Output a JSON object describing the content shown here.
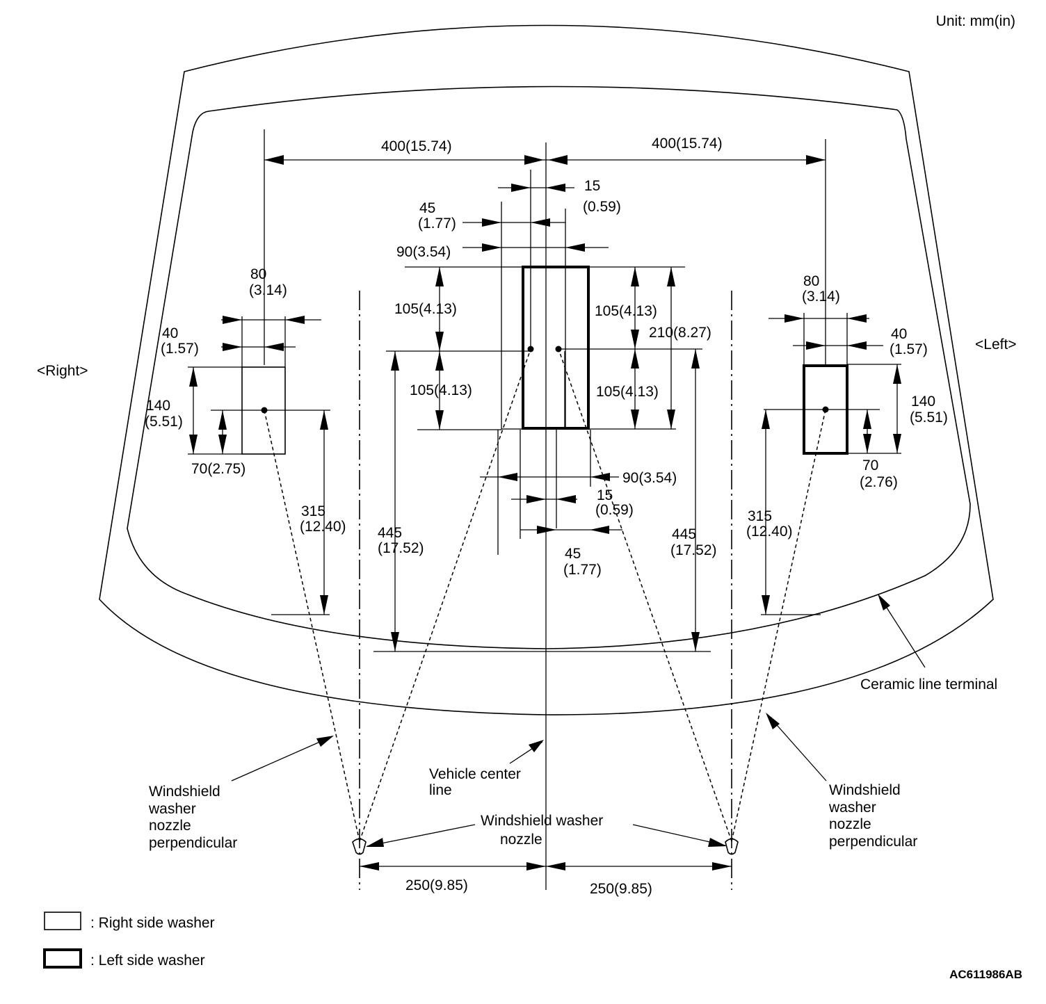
{
  "unit_label": "Unit: mm(in)",
  "side_labels": {
    "right": "<Right>",
    "left": "<Left>"
  },
  "dimensions": {
    "top_right_span": "400(15.74)",
    "top_left_span": "400(15.74)",
    "center_15_top_a": "15",
    "center_15_top_b": "(0.59)",
    "center_45_top_a": "45",
    "center_45_top_b": "(1.77)",
    "center_90_top": "90(3.54)",
    "center_105_left_upper": "105(4.13)",
    "center_105_left_lower": "105(4.13)",
    "center_105_right_upper": "105(4.13)",
    "center_105_right_lower": "105(4.13)",
    "center_210": "210(8.27)",
    "center_90_bottom": "90(3.54)",
    "center_15_bottom_a": "15",
    "center_15_bottom_b": "(0.59)",
    "center_45_bottom_a": "45",
    "center_45_bottom_b": "(1.77)",
    "center_445_left_a": "445",
    "center_445_left_b": "(17.52)",
    "center_445_right_a": "445",
    "center_445_right_b": "(17.52)",
    "right_80_a": "80",
    "right_80_b": "(3.14)",
    "right_40_a": "40",
    "right_40_b": "(1.57)",
    "right_140_a": "140",
    "right_140_b": "(5.51)",
    "right_70": "70(2.75)",
    "right_315_a": "315",
    "right_315_b": "(12.40)",
    "left_80_a": "80",
    "left_80_b": "(3.14)",
    "left_40_a": "40",
    "left_40_b": "(1.57)",
    "left_140_a": "140",
    "left_140_b": "(5.51)",
    "left_70_a": "70",
    "left_70_b": "(2.76)",
    "left_315_a": "315",
    "left_315_b": "(12.40)",
    "bottom_right_span": "250(9.85)",
    "bottom_left_span": "250(9.85)"
  },
  "callouts": {
    "ceramic": "Ceramic line terminal",
    "center_line_a": "Vehicle center",
    "center_line_b": "line",
    "nozzle_a": "Windshield washer",
    "nozzle_b": "nozzle",
    "perp_right": [
      "Windshield",
      "washer",
      "nozzle",
      "perpendicular"
    ],
    "perp_left": [
      "Windshield",
      "washer",
      "nozzle",
      "perpendicular"
    ]
  },
  "legend": {
    "right_side": ": Right side washer",
    "left_side": ": Left side washer"
  },
  "figure_code": "AC611986AB"
}
